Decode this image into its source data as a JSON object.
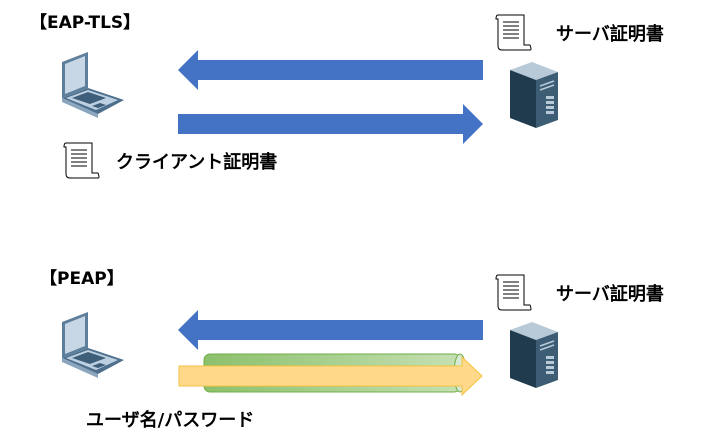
{
  "sections": [
    {
      "title": "【EAP-TLS】",
      "server_cert_label": "サーバ証明書",
      "client_label": "クライアント証明書",
      "arrows": [
        {
          "direction": "left",
          "from": "server",
          "to": "client",
          "color": "#4472c4"
        },
        {
          "direction": "right",
          "from": "client",
          "to": "server",
          "color": "#4472c4"
        }
      ]
    },
    {
      "title": "【PEAP】",
      "server_cert_label": "サーバ証明書",
      "client_label": "ユーザ名/パスワード",
      "arrows": [
        {
          "direction": "left",
          "from": "server",
          "to": "client",
          "color": "#4472c4"
        },
        {
          "direction": "right",
          "from": "client",
          "to": "server",
          "color": "#ffd88a",
          "tunnel_color": "#a9d08e"
        }
      ]
    }
  ],
  "icons": {
    "client": "laptop-icon",
    "server": "server-tower-icon",
    "certificate": "certificate-scroll-icon"
  }
}
